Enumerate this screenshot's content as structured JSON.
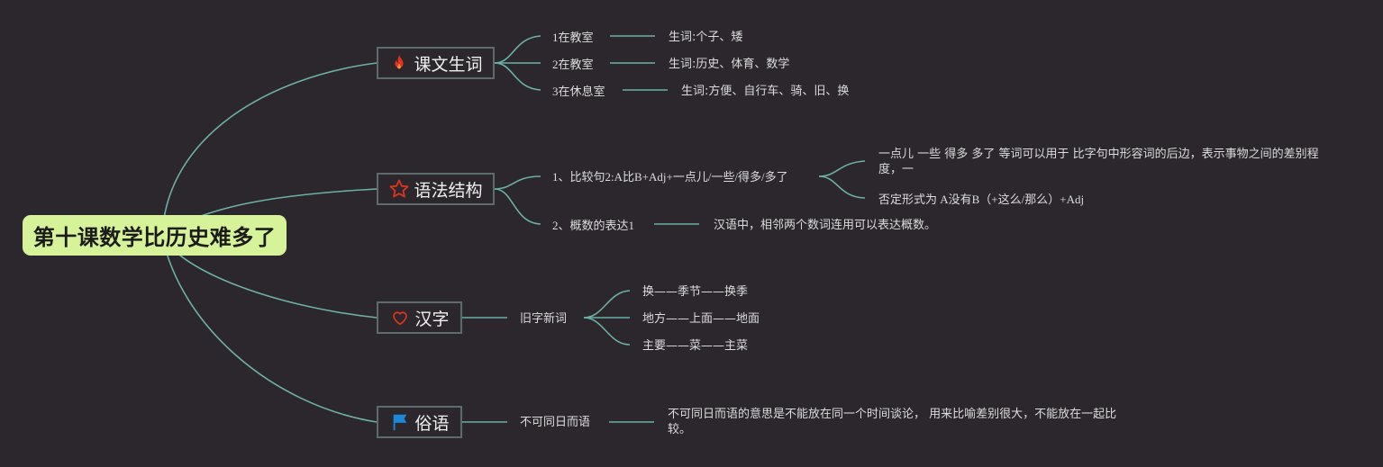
{
  "root": {
    "title": "第十课数学比历史难多了"
  },
  "colors": {
    "background": "#2b272d",
    "line": "#6bb1a6",
    "root_bg": "#d7f39a",
    "branch_border": "#5c6b6b",
    "fire": "#e0341c",
    "star": "#e0341c",
    "heart": "#e0341c",
    "flag": "#1e88d8"
  },
  "branches": [
    {
      "label": "课文生词",
      "icon": "fire-icon",
      "items": [
        {
          "label": "1在教室",
          "detail": "生词:个子、矮"
        },
        {
          "label": "2在教室",
          "detail": "生词:历史、体育、数学"
        },
        {
          "label": "3在休息室",
          "detail": "生词:方便、自行车、骑、旧、换"
        }
      ]
    },
    {
      "label": "语法结构",
      "icon": "star-icon",
      "items": [
        {
          "label": "1、比较句2:A比B+Adj+一点儿/一些/得多/多了",
          "details": [
            "一点儿 一些 得多 多了 等词可以用于 比字句中形容词的后边，表示事物之间的差别程度，一",
            "否定形式为 A没有B（+这么/那么）+Adj"
          ]
        },
        {
          "label": "2、概数的表达1",
          "detail": "汉语中，相邻两个数词连用可以表达概数。"
        }
      ]
    },
    {
      "label": "汉字",
      "icon": "heart-icon",
      "items": [
        {
          "label": "旧字新词",
          "details": [
            "换——季节——换季",
            "地方——上面——地面",
            "主要——菜——主菜"
          ]
        }
      ]
    },
    {
      "label": "俗语",
      "icon": "flag-icon",
      "items": [
        {
          "label": "不可同日而语",
          "detail": "不可同日而语的意思是不能放在同一个时间谈论， 用来比喻差别很大，不能放在一起比较。"
        }
      ]
    }
  ]
}
